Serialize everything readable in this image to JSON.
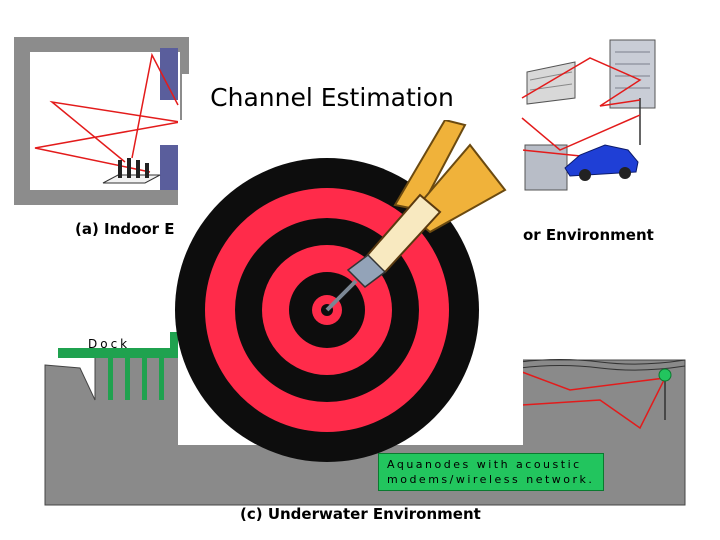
{
  "slide": {
    "title": "Channel Estimation",
    "captions": {
      "indoor": "(a) Indoor E",
      "outdoor": "or Environment",
      "underwater": "(c) Underwater Environment"
    },
    "dock_label": "Dock",
    "aquanodes_line1": "Aquanodes with acoustic",
    "aquanodes_line2": "modems/wireless network."
  },
  "colors": {
    "ray": "#e31b1b",
    "room_wall": "#8c8c8c",
    "window": "#5a5e9c",
    "target_red": "#ff2b4a",
    "target_black": "#0d0d0d",
    "seabed": "#8a8a8a",
    "aqua_box": "#22c55e",
    "pier": "#1fa24f",
    "dart_flight": "#f0b23a",
    "dart_shaft": "#f8e9c0",
    "car": "#1f3fd6"
  }
}
